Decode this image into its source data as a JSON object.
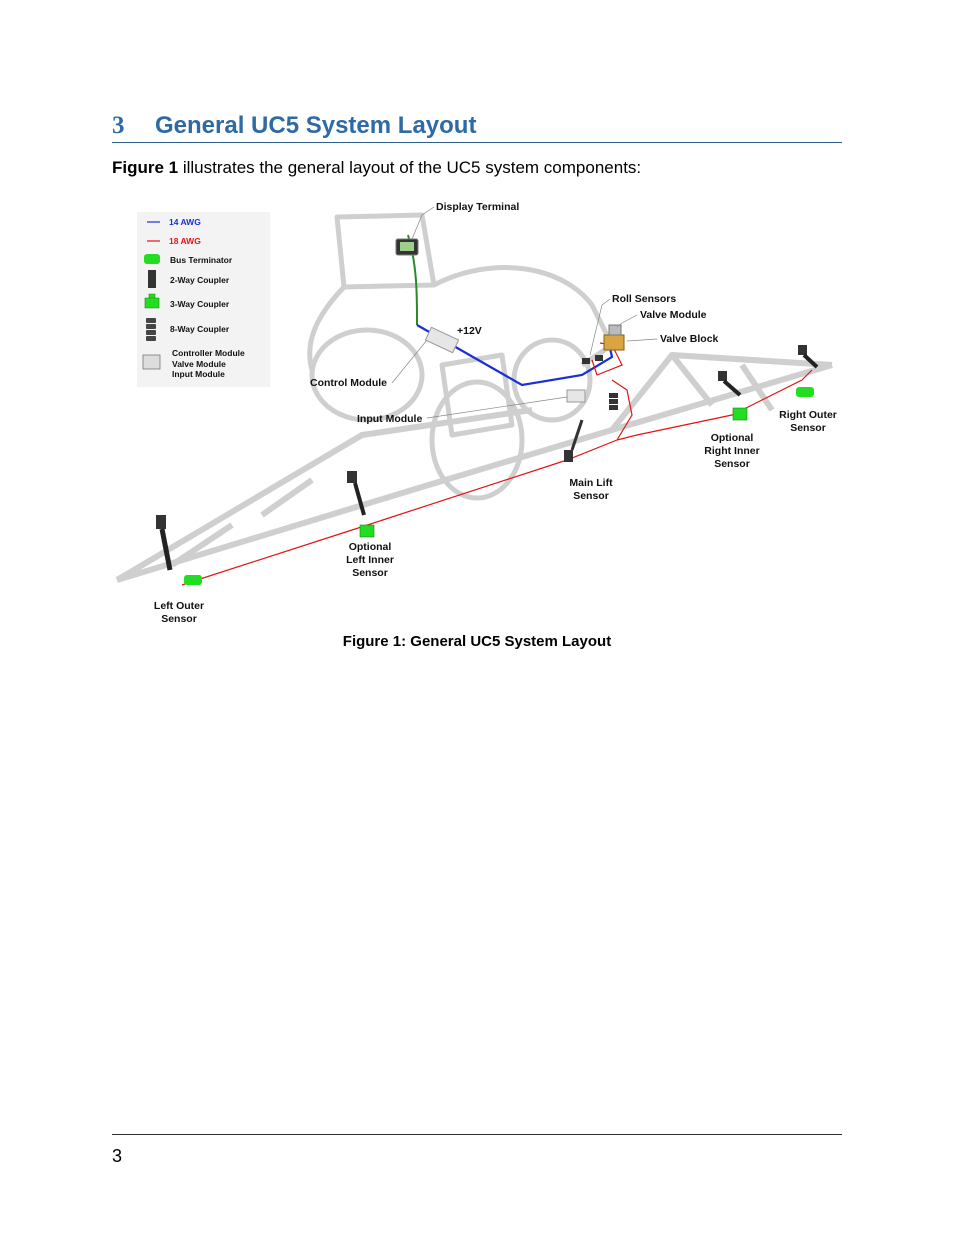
{
  "section": {
    "number": "3",
    "title": "General UC5 System Layout"
  },
  "intro": {
    "figure_ref": "Figure 1",
    "text": " illustrates the general layout of the UC5 system components:"
  },
  "legend": {
    "awg14": "14 AWG",
    "awg18": "18 AWG",
    "bus_terminator": "Bus Terminator",
    "coupler2": "2-Way Coupler",
    "coupler3": "3-Way Coupler",
    "coupler8": "8-Way Coupler",
    "modules": [
      "Controller Module",
      "Valve Module",
      "Input Module"
    ],
    "colors": {
      "blue": "#1a2fd6",
      "red": "#e01515",
      "green": "#22dd22"
    }
  },
  "labels": {
    "display_terminal": "Display Terminal",
    "roll_sensors": "Roll Sensors",
    "valve_module": "Valve Module",
    "valve_block": "Valve Block",
    "plus12v": "+12V",
    "control_module": "Control Module",
    "input_module": "Input Module",
    "right_outer": [
      "Right Outer",
      "Sensor"
    ],
    "optional_right_inner": [
      "Optional",
      "Right Inner",
      "Sensor"
    ],
    "main_lift": [
      "Main Lift",
      "Sensor"
    ],
    "optional_left_inner": [
      "Optional",
      "Left Inner",
      "Sensor"
    ],
    "left_outer": [
      "Left Outer",
      "Sensor"
    ]
  },
  "caption": "Figure 1: General UC5 System Layout",
  "page_number": "3"
}
